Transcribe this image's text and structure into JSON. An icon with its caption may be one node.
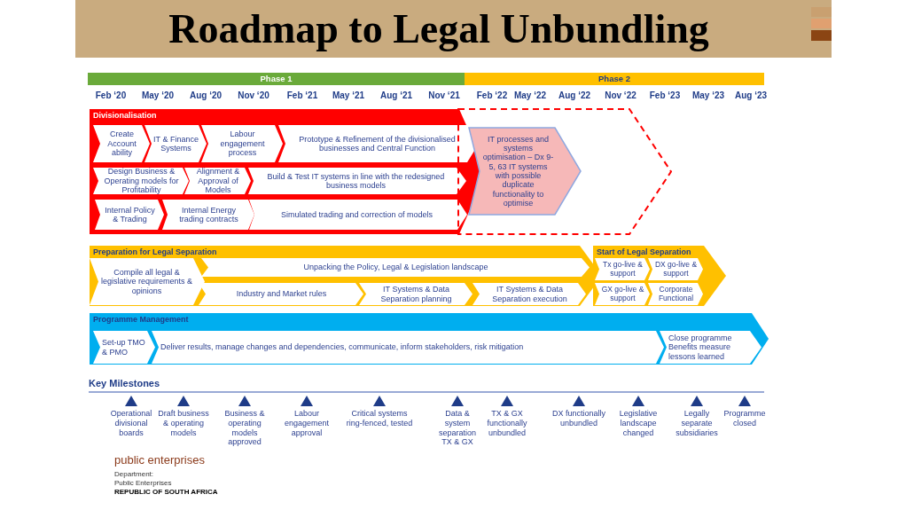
{
  "diagram": {
    "title": "Roadmap to Legal Unbundling",
    "nodes": [
      {
        "text": [
          "Phase 1"
        ]
      },
      {
        "text": [
          "Phase 2"
        ]
      },
      {
        "text": [
          "Divisionalisation"
        ]
      },
      {
        "text": [
          "Create Account ability"
        ],
        "in": 2
      },
      {
        "text": [
          "IT & Finance Systems"
        ],
        "in": 2
      },
      {
        "text": [
          "Labour engagement process"
        ],
        "in": 2
      },
      {
        "text": [
          "Prototype & Refinement of the divisionalised businesses and Central Function"
        ],
        "in": 2
      },
      {
        "text": [
          "Design Business & Operating models for Profitability"
        ],
        "in": 2
      },
      {
        "text": [
          "Alignment & Approval of Models"
        ],
        "in": 2
      },
      {
        "text": [
          "Build & Test IT systems in line with the redesigned business models"
        ],
        "in": 2
      },
      {
        "text": [
          "Internal Policy & Trading"
        ],
        "in": 2
      },
      {
        "text": [
          "Internal Energy trading contracts"
        ],
        "in": 2
      },
      {
        "text": [
          "Simulated trading and correction of models"
        ],
        "in": 2
      },
      {
        "text": [],
        "shape": "chevron"
      },
      {
        "text": [
          "IT processes and systems optimisation – Dx 9-5, 63 IT systems with possible duplicate functionality to optimise"
        ],
        "in": 13
      },
      {
        "text": [
          "Preparation for Legal Separation"
        ]
      },
      {
        "text": [
          "Compile all legal & legislative requirements & opinions"
        ],
        "in": 15
      },
      {
        "text": [
          "Unpacking the Policy, Legal & Legislation landscape"
        ],
        "in": 15
      },
      {
        "text": [
          "Industry and Market rules"
        ],
        "in": 15
      },
      {
        "text": [
          "IT Systems & Data Separation planning"
        ],
        "in": 15
      },
      {
        "text": [
          "IT Systems & Data Separation execution"
        ],
        "in": 15
      },
      {
        "text": [
          "Start of Legal Separation"
        ]
      },
      {
        "text": [
          "Tx go-live & support"
        ],
        "in": 21
      },
      {
        "text": [
          "DX go-live & support"
        ],
        "in": 21
      },
      {
        "text": [
          "GX go-live & support"
        ],
        "in": 21
      },
      {
        "text": [
          "Corporate Functional"
        ],
        "in": 21
      },
      {
        "text": [
          "Programme Management"
        ]
      },
      {
        "text": [
          "Set-up TMO & PMO"
        ],
        "in": 26
      },
      {
        "text": [
          "Deliver results, manage changes and dependencies, communicate, inform stakeholders, risk mitigation"
        ],
        "in": 26
      },
      {
        "text": [
          "Close programme Benefits measure lessons learned"
        ],
        "in": 26
      }
    ],
    "labels": [
      "Feb ‘20",
      "May ‘20",
      "Aug ‘20",
      "Nov ‘20",
      "Feb ‘21",
      "May ‘21",
      "Aug ‘21",
      "Nov ‘21",
      "Feb ‘22",
      "May ‘22",
      "Aug ‘22",
      "Nov ‘22",
      "Feb ‘23",
      "May ‘23",
      "Aug ‘23",
      "Key Milestones",
      "Operational divisional boards",
      "Draft business & operating models",
      "Business & operating models approved",
      "Labour engagement approval",
      "Critical systems ring-fenced, tested",
      "Data & system separation TX & GX",
      "TX & GX functionally unbundled",
      "DX functionally unbundled",
      "Legislative landscape changed",
      "Legally separate subsidiaries",
      "Programme closed",
      "public enterprises",
      "Department:",
      "Public Enterprises",
      "REPUBLIC OF SOUTH AFRICA"
    ]
  }
}
